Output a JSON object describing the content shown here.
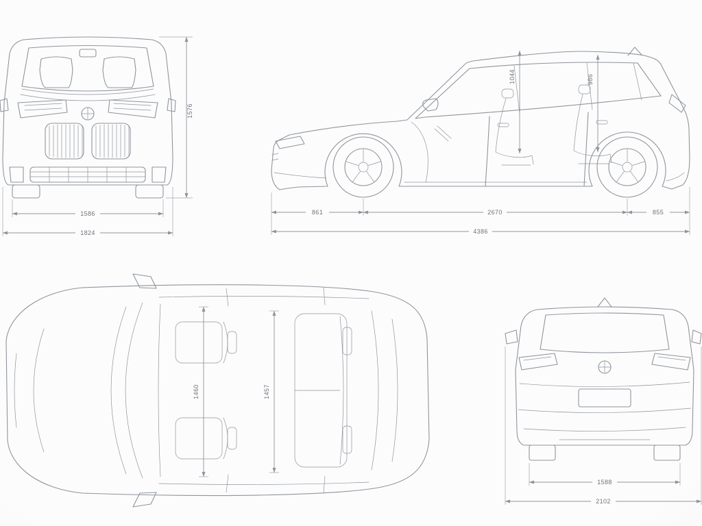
{
  "dimensions": {
    "front_view": {
      "overall_height": "1576",
      "front_track": "1586",
      "overall_width": "1824"
    },
    "side_view": {
      "front_interior_height": "1044",
      "rear_interior_height": "986",
      "front_overhang": "861",
      "wheelbase": "2670",
      "rear_overhang": "855",
      "overall_length": "4386"
    },
    "top_view": {
      "front_interior_width": "1460",
      "rear_interior_width": "1457"
    },
    "rear_view": {
      "rear_track": "1588",
      "overall_width_incl_mirrors": "2102"
    }
  },
  "style": {
    "line_color": "#8f949c",
    "extension_line_color": "#a2a7ae",
    "label_color": "#6e737b",
    "background": "#fafafa"
  }
}
